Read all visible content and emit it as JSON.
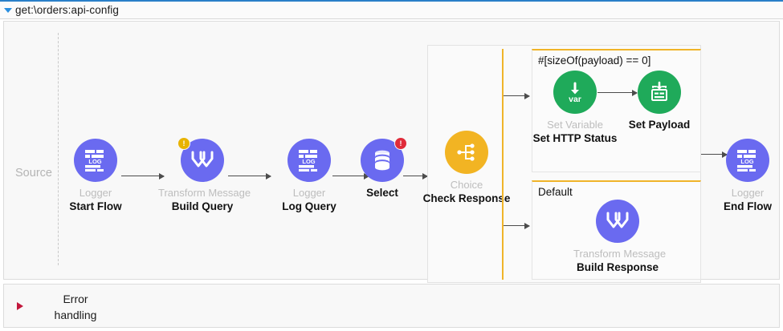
{
  "header": {
    "title": "get:\\orders:api-config",
    "collapse_icon": "triangle-down-icon"
  },
  "canvas": {
    "source_label": "Source"
  },
  "nodes": [
    {
      "id": "start-flow",
      "type": "Logger",
      "name": "Start Flow",
      "icon": "logger-icon",
      "color": "#6a6af0",
      "badge": null
    },
    {
      "id": "build-query",
      "type": "Transform Message",
      "name": "Build Query",
      "icon": "transform-message-icon",
      "color": "#6a6af0",
      "badge": "warning"
    },
    {
      "id": "log-query",
      "type": "Logger",
      "name": "Log Query",
      "icon": "logger-icon",
      "color": "#6a6af0",
      "badge": null
    },
    {
      "id": "select",
      "type": "",
      "name": "Select",
      "icon": "database-select-icon",
      "color": "#6a6af0",
      "badge": "error"
    },
    {
      "id": "check-response",
      "type": "Choice",
      "name": "Check Response",
      "icon": "choice-icon",
      "color": "#f2b423",
      "badge": null
    },
    {
      "id": "set-http-status",
      "type": "Set Variable",
      "name": "Set HTTP Status",
      "icon": "set-variable-icon",
      "color": "#1faa5a",
      "badge": null
    },
    {
      "id": "set-payload",
      "type": "",
      "name": "Set Payload",
      "icon": "set-payload-icon",
      "color": "#1faa5a",
      "badge": null
    },
    {
      "id": "build-response",
      "type": "Transform Message",
      "name": "Build Response",
      "icon": "transform-message-icon",
      "color": "#6a6af0",
      "badge": null
    },
    {
      "id": "end-flow",
      "type": "Logger",
      "name": "End Flow",
      "icon": "logger-icon",
      "color": "#6a6af0",
      "badge": null
    }
  ],
  "choice": {
    "branches": [
      {
        "id": "when-branch",
        "condition": "#[sizeOf(payload) == 0]"
      },
      {
        "id": "default-branch",
        "condition": "Default"
      }
    ]
  },
  "error_handling": {
    "label_line1": "Error",
    "label_line2": "handling",
    "expand_icon": "triangle-right-icon"
  },
  "colors": {
    "accent_blue": "#2a7fc9",
    "node_purple": "#6a6af0",
    "node_green": "#1faa5a",
    "node_amber": "#f2b423",
    "warning_badge": "#e8b302",
    "error_badge": "#e02b3a",
    "error_triangle": "#c2183c"
  }
}
